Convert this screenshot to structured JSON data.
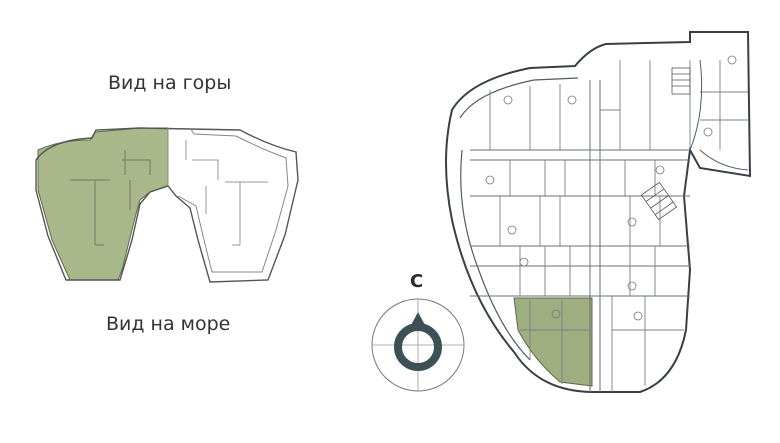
{
  "labels": {
    "mountain_view": "Вид на горы",
    "sea_view": "Вид на море"
  },
  "compass": {
    "north_letter": "С"
  },
  "colors": {
    "highlight": "#9aa97a",
    "lines": "#4a4f55",
    "compass_ring": "#3d5055"
  }
}
